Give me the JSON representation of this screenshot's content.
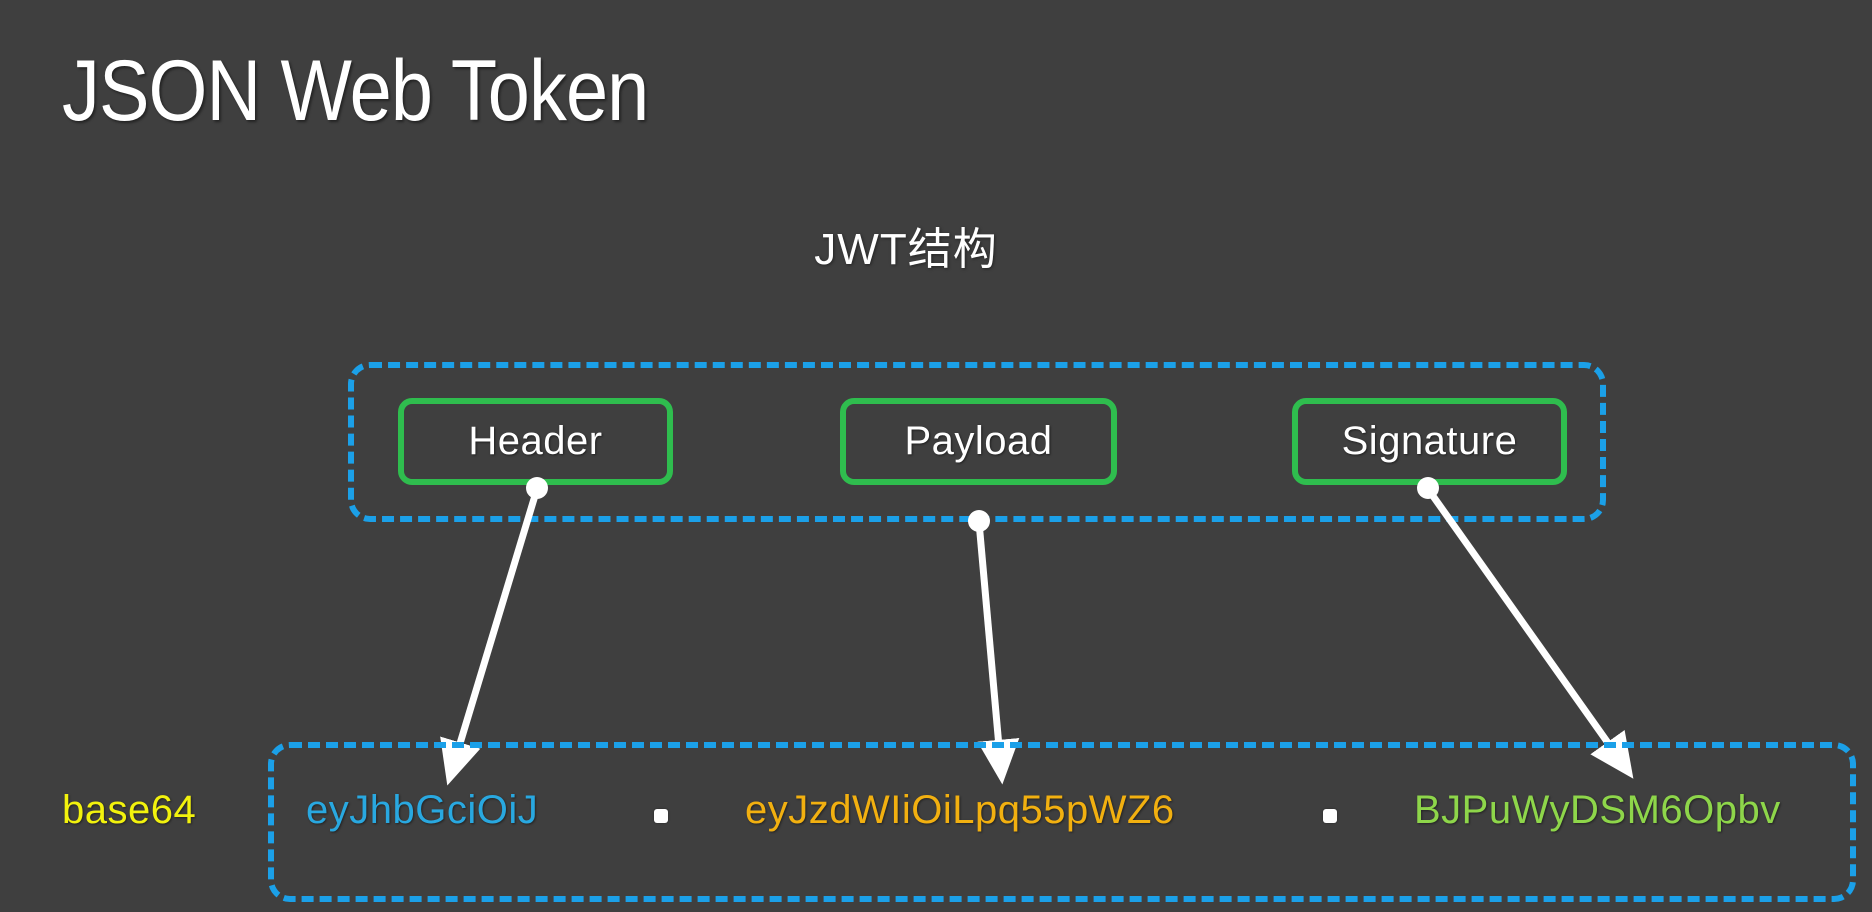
{
  "slide": {
    "background_color": "#3f3f3f",
    "title": "JSON Web Token",
    "subtitle": "JWT结构"
  },
  "structure": {
    "container_border_color": "#1ba0e8",
    "part_border_color": "#2fbd4e",
    "parts": [
      {
        "label": "Header"
      },
      {
        "label": "Payload"
      },
      {
        "label": "Signature"
      }
    ]
  },
  "encoded": {
    "container_border_color": "#1ba0e8",
    "label": "base64",
    "label_color": "#f2f20d",
    "separator": ".",
    "segments": [
      {
        "name": "header",
        "text": "eyJhbGciOiJ",
        "color": "#29a8e0"
      },
      {
        "name": "payload",
        "text": "eyJzdWIiOiLpq55pWZ6",
        "color": "#f2b010"
      },
      {
        "name": "signature",
        "text": "BJPuWyDSM6Opbv",
        "color": "#8ed64a"
      }
    ]
  },
  "connectors": [
    {
      "from": "Header",
      "to": "eyJhbGciOiJ"
    },
    {
      "from": "Payload",
      "to": "eyJzdWIiOiLpq55pWZ6"
    },
    {
      "from": "Signature",
      "to": "BJPuWyDSM6Opbv"
    }
  ]
}
